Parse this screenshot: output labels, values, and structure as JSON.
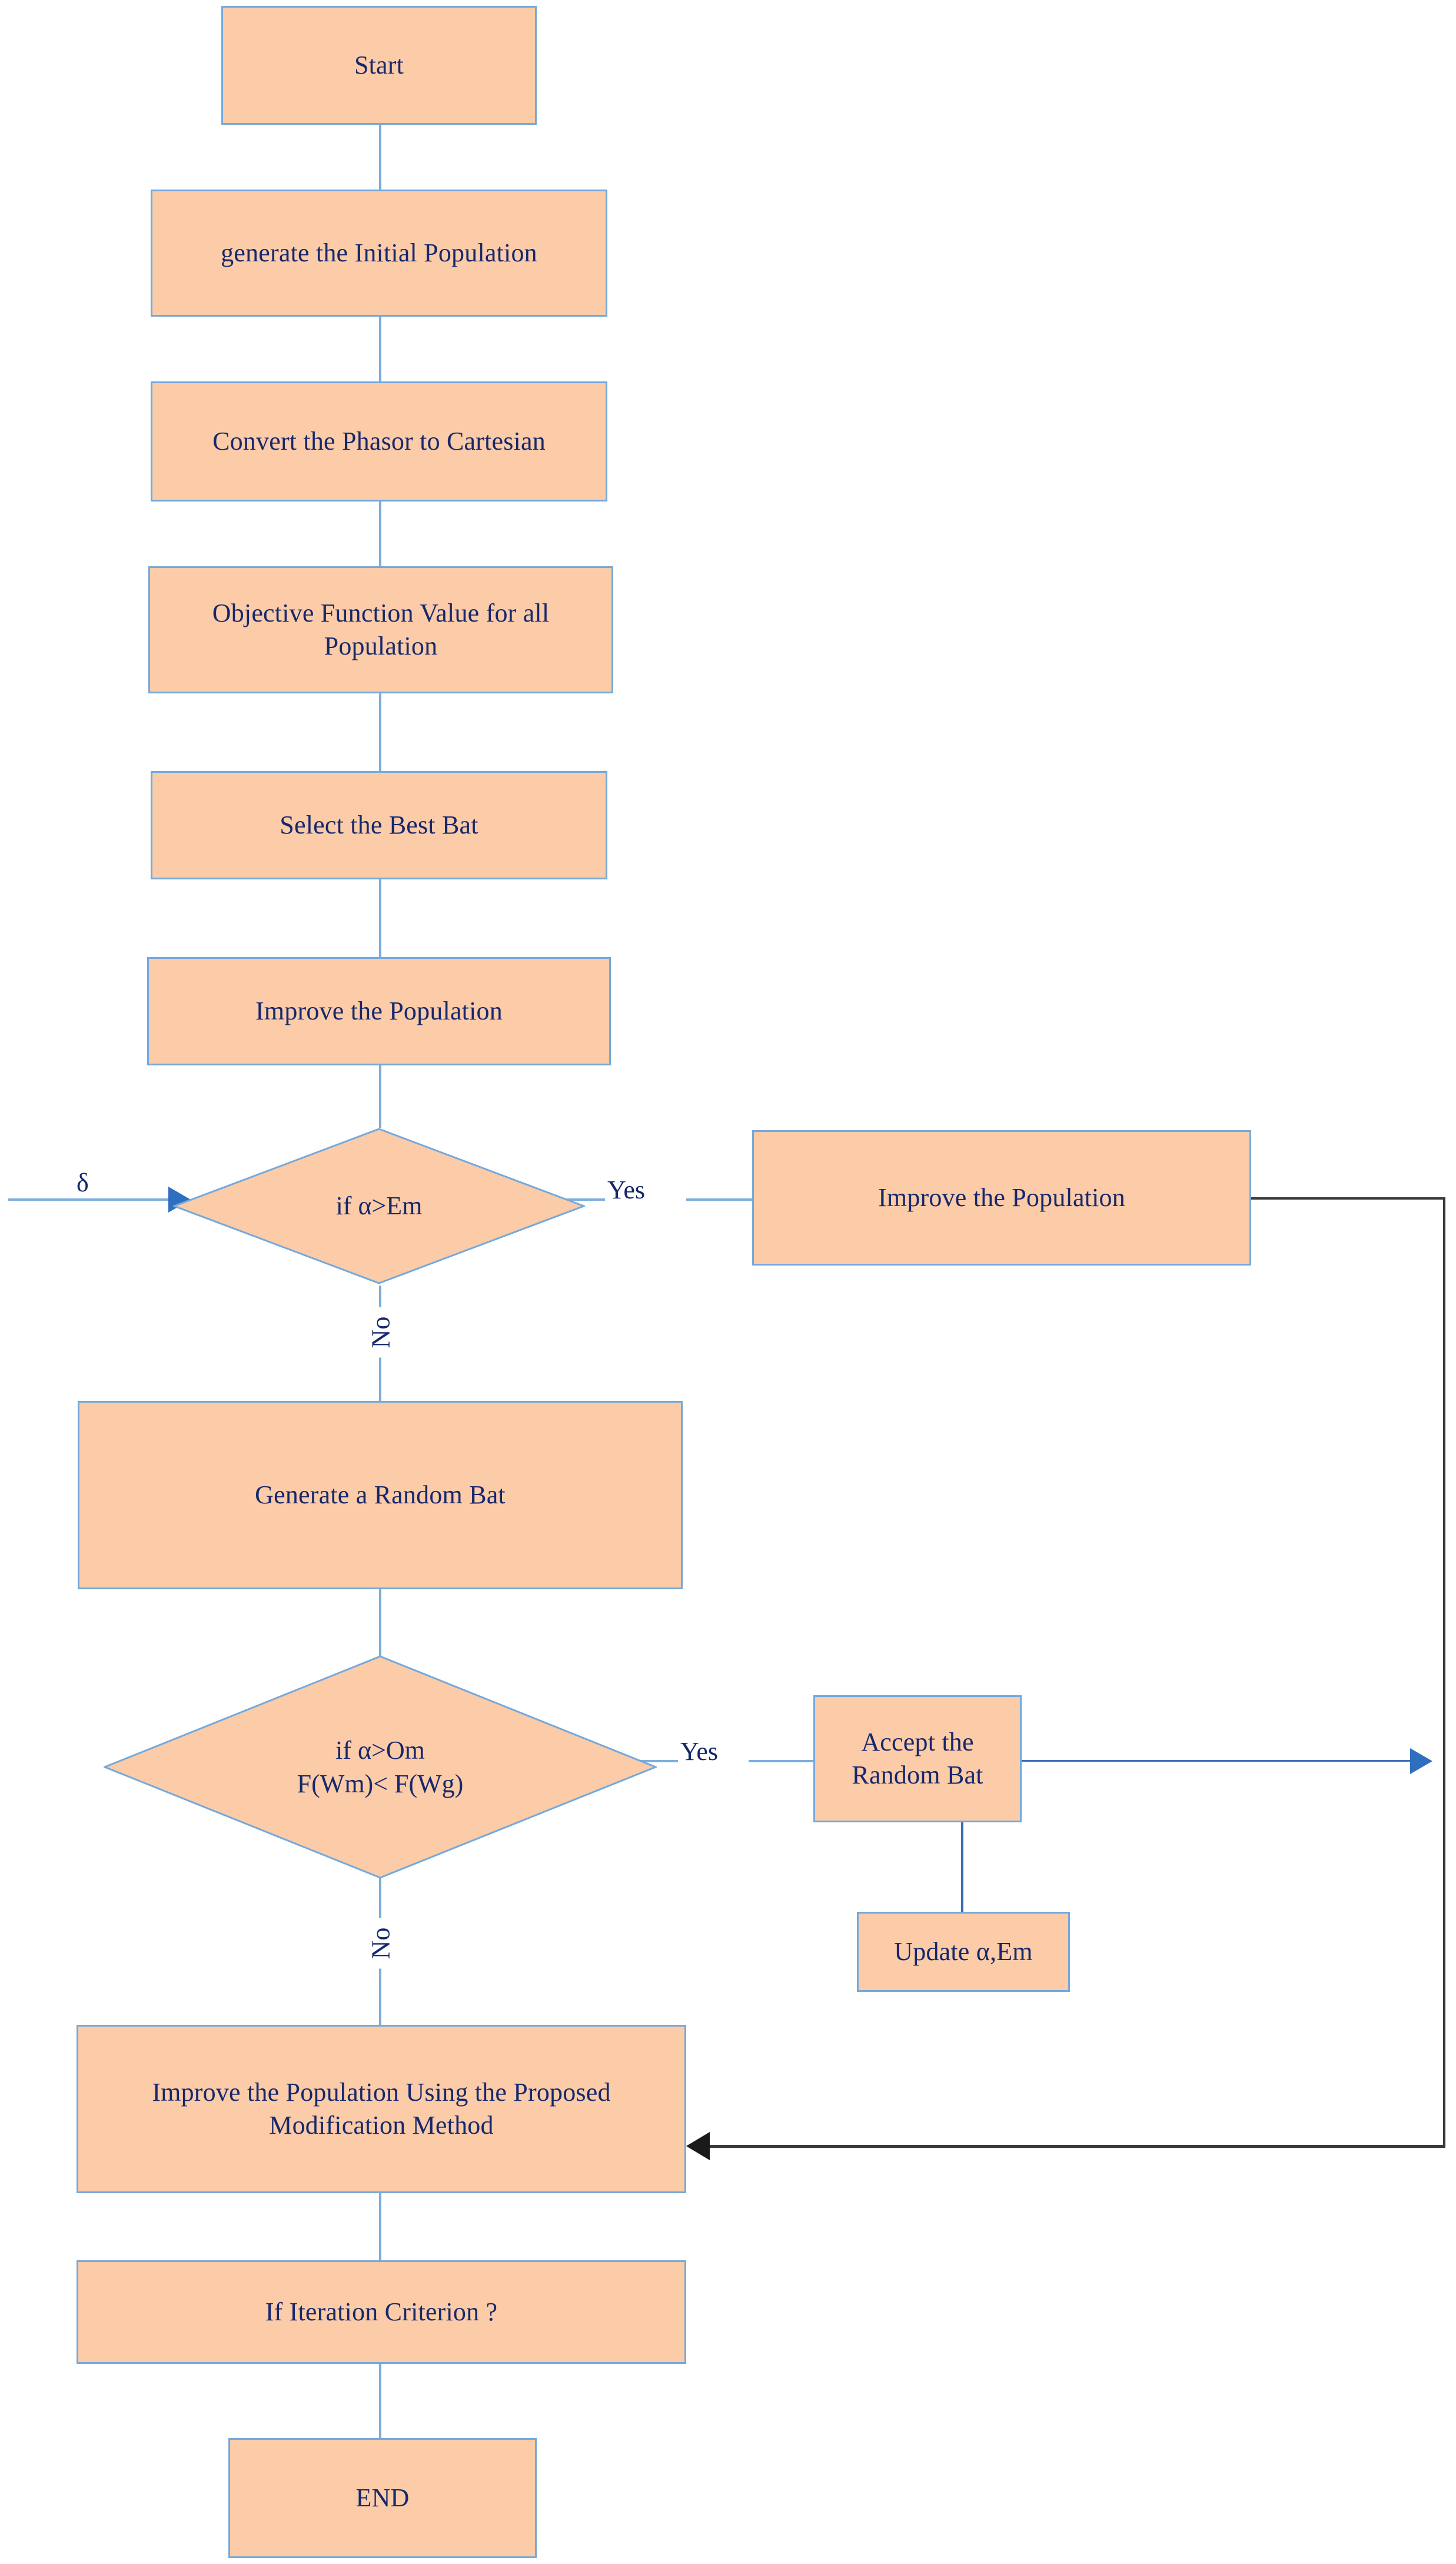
{
  "diagram": {
    "title": "Modified Bat Algorithm Flowchart",
    "type": "flowchart",
    "colors": {
      "node_fill": "#FCCBA8",
      "node_border": "#74A9DC",
      "text": "#16286B",
      "connector": "#7CAEDE",
      "connector_dark": "#3D6FB5",
      "feedback_line": "#3a3a3a",
      "background": "#FFFFFF"
    },
    "nodes": {
      "start": "Start",
      "generate_initial_population": "generate the Initial Population",
      "convert_phasor": "Convert the Phasor to Cartesian",
      "objective_function": "Objective Function Value for all Population",
      "select_best_bat": "Select the Best Bat",
      "improve_population_1": "Improve the Population",
      "decision_1": "if  α>Em",
      "improve_population_2": "Improve the Population",
      "generate_random_bat": "Generate a Random Bat",
      "decision_2_line1": "if  α>Om",
      "decision_2_line2": "F(Wm)< F(Wg)",
      "accept_random_bat": "Accept the Random Bat",
      "update_alpha_em": "Update α,Em",
      "improve_population_modified": "Improve the Population Using the Proposed Modification Method",
      "iteration_criterion": "If Iteration Criterion ?",
      "end": "END"
    },
    "edge_labels": {
      "delta": "δ",
      "yes_1": "Yes",
      "no_1": "No",
      "yes_2": "Yes",
      "no_2": "No"
    }
  },
  "chart_data": {
    "type": "flowchart",
    "title": "Modified Bat Algorithm Flowchart",
    "nodes": [
      {
        "id": "start",
        "label": "Start",
        "shape": "rectangle"
      },
      {
        "id": "gen_init_pop",
        "label": "generate the Initial Population",
        "shape": "rectangle"
      },
      {
        "id": "convert_phasor",
        "label": "Convert the Phasor to Cartesian",
        "shape": "rectangle"
      },
      {
        "id": "obj_fn",
        "label": "Objective Function Value for all Population",
        "shape": "rectangle"
      },
      {
        "id": "select_best",
        "label": "Select the Best Bat",
        "shape": "rectangle"
      },
      {
        "id": "improve_pop_1",
        "label": "Improve the Population",
        "shape": "rectangle"
      },
      {
        "id": "dec_1",
        "label": "if  α>Em",
        "shape": "diamond"
      },
      {
        "id": "improve_pop_2",
        "label": "Improve the Population",
        "shape": "rectangle"
      },
      {
        "id": "gen_rand_bat",
        "label": "Generate a Random Bat",
        "shape": "rectangle"
      },
      {
        "id": "dec_2",
        "label": "if  α>Om\nF(Wm)< F(Wg)",
        "shape": "diamond"
      },
      {
        "id": "accept_rand_bat",
        "label": "Accept the Random Bat",
        "shape": "rectangle"
      },
      {
        "id": "update_ae",
        "label": "Update α,Em",
        "shape": "rectangle"
      },
      {
        "id": "improve_pop_mod",
        "label": "Improve the Population Using the Proposed Modification Method",
        "shape": "rectangle"
      },
      {
        "id": "iter_crit",
        "label": "If Iteration Criterion ?",
        "shape": "rectangle"
      },
      {
        "id": "end",
        "label": "END",
        "shape": "rectangle"
      }
    ],
    "edges": [
      {
        "from": "start",
        "to": "gen_init_pop",
        "label": ""
      },
      {
        "from": "gen_init_pop",
        "to": "convert_phasor",
        "label": ""
      },
      {
        "from": "convert_phasor",
        "to": "obj_fn",
        "label": ""
      },
      {
        "from": "obj_fn",
        "to": "select_best",
        "label": ""
      },
      {
        "from": "select_best",
        "to": "improve_pop_1",
        "label": ""
      },
      {
        "from": "improve_pop_1",
        "to": "dec_1",
        "label": ""
      },
      {
        "from": "external",
        "to": "dec_1",
        "label": "δ"
      },
      {
        "from": "dec_1",
        "to": "improve_pop_2",
        "label": "Yes"
      },
      {
        "from": "dec_1",
        "to": "gen_rand_bat",
        "label": "No"
      },
      {
        "from": "gen_rand_bat",
        "to": "dec_2",
        "label": ""
      },
      {
        "from": "dec_2",
        "to": "accept_rand_bat",
        "label": "Yes"
      },
      {
        "from": "dec_2",
        "to": "improve_pop_mod",
        "label": "No"
      },
      {
        "from": "accept_rand_bat",
        "to": "update_ae",
        "label": ""
      },
      {
        "from": "improve_pop_2",
        "to": "improve_pop_mod",
        "label": ""
      },
      {
        "from": "accept_rand_bat",
        "to": "improve_pop_mod",
        "label": ""
      },
      {
        "from": "improve_pop_mod",
        "to": "iter_crit",
        "label": ""
      },
      {
        "from": "iter_crit",
        "to": "end",
        "label": ""
      }
    ]
  }
}
